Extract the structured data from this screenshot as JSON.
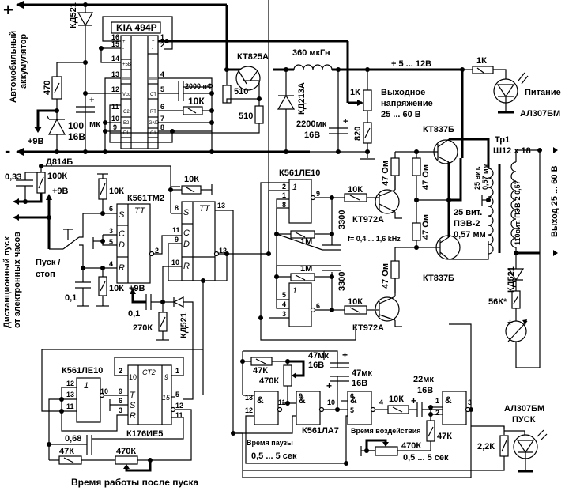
{
  "power": {
    "plus_sign": "+",
    "minus_sign": "-",
    "battery_label_1": "Автомобильный",
    "battery_label_2": "аккумулятор",
    "plus9v_1": "+9В",
    "plus9v_2": "+9В",
    "plus9v_3": "+9В",
    "supply_rail": "+ 5 ... 12В"
  },
  "ic_pwm": {
    "name": "KIA 494P",
    "pins_left": [
      {
        "num": "16",
        "lbl": "+"
      },
      {
        "num": "15",
        "lbl": "-"
      },
      {
        "num": "14",
        "lbl": "+5В"
      },
      {
        "num": "13",
        "lbl": ""
      },
      {
        "num": "12",
        "lbl": "Vcc"
      },
      {
        "num": "11",
        "lbl": "C2"
      },
      {
        "num": "10",
        "lbl": "E2"
      },
      {
        "num": "9",
        "lbl": "E1"
      }
    ],
    "pins_right": [
      {
        "num": "1",
        "lbl": "+"
      },
      {
        "num": "2",
        "lbl": "-"
      },
      {
        "num": "4",
        "lbl": ""
      },
      {
        "num": "5",
        "lbl": "CT"
      },
      {
        "num": "6",
        "lbl": "RT"
      },
      {
        "num": "7",
        "lbl": "GND"
      },
      {
        "num": "8",
        "lbl": "C1"
      }
    ]
  },
  "components": {
    "d_kd521_top": "КД521",
    "r_470": "470",
    "c_100": "100",
    "c_100_unit": "мк",
    "c_100_v": "16В",
    "zener": "Д814Б",
    "c_2000": "2000 пФ",
    "r_10k_rt": "10К",
    "q_kt825": "КТ825А",
    "r_510_a": "510",
    "r_510_b": "510",
    "l_360": "360 мкГн",
    "d_kd213": "КД213А",
    "c_2200": "2200мк",
    "c_2200_v": "16В",
    "pot_1k": "1К",
    "r_820": "820",
    "out_v_1": "Выходное",
    "out_v_2": "напряжение",
    "out_v_3": "25 ... 60 В",
    "r_1k_led": "1К",
    "led_power": "Питание",
    "led_power_type": "АЛ307БМ",
    "q_kt837_top": "КТ837Б",
    "q_kt837_bot": "КТ837Б",
    "tr1": "Тр1",
    "tr1_core": "Ш12 х 18",
    "winding_a_1": "25 вит.",
    "winding_a_2": "0,57 мм",
    "winding_b_1": "25 вит.",
    "winding_b_2": "ПЭВ-2",
    "winding_b_3": "0,57 мм",
    "winding_sec": "110вит. ПЭВ-2  0,57",
    "output_label": "Выход  25 ... 60 В",
    "r_47_1": "47 Ом",
    "r_47_2": "47 Ом",
    "r_47_3": "47 Ом",
    "r_47_4": "47 Ом",
    "d_kd521_out": "КД521",
    "r_56k": "56К*",
    "meter_plus": "+",
    "c_033": "0,33",
    "r_100k": "100К",
    "remote_1": "Дистанционный пуск",
    "remote_2": "от электронных часов",
    "start_stop_1": "Пуск /",
    "start_stop_2": "стоп",
    "r_10k_s": "10К",
    "r_10k_r": "10К",
    "c_01_a": "0,1",
    "c_01_b": "0,1",
    "r_10k_s2": "10К",
    "r_270k": "270К",
    "d_kd521_mid": "КД521",
    "ic_tm2": "К561ТМ2",
    "ic_le10_a": "К561ЛЕ10",
    "freq": "f= 0,4 ... 1,6 kHz",
    "r_1m_a": "1М",
    "r_1m_b": "1М",
    "c_3300_a": "3300",
    "c_3300_b": "3300",
    "r_10k_q1": "10К",
    "r_10k_q2": "10К",
    "q_kt972_a": "КТ972А",
    "q_kt972_b": "КТ972А",
    "ic_le10_b": "К561ЛЕ10",
    "ic_ie5": "К176ИЕ5",
    "ct2": "СТ2",
    "c_068": "0,68",
    "r_47k_a": "47К",
    "pot_470k_a": "470К",
    "work_time": "Время  работы после пуска",
    "r_47k_b": "47К",
    "pot_470k_b": "470К",
    "c_47_a": "47мк",
    "c_47_a_v": "16В",
    "c_47_b": "47мк",
    "c_47_b_v": "16В",
    "ic_la7": "К561ЛА7",
    "pause_1": "Время паузы",
    "pause_2": "0,5 ... 5 сек",
    "effect_1": "Время воздействия",
    "effect_2": "0,5 ... 5 сек",
    "r_10k_e": "10К",
    "c_22": "22мк",
    "c_22_v": "16В",
    "r_47k_c": "47К",
    "pot_470k_c": "470К",
    "led_start_type": "АЛ307БМ",
    "led_start": "ПУСК",
    "r_22k": "2,2К"
  },
  "pins": {
    "tm2_a": {
      "s": "6",
      "c": "3",
      "d": "5",
      "r": "4",
      "q": "2",
      "S": "S",
      "C": "C",
      "D": "D",
      "R": "R",
      "TT": "TT"
    },
    "tm2_b": {
      "s": "8",
      "c": "11",
      "d": "9",
      "r": "10",
      "q": "12",
      "q2": "13",
      "S": "S",
      "C": "C",
      "D": "D",
      "R": "R",
      "TT": "TT"
    },
    "le10_a": {
      "i1": "2",
      "i2": "1",
      "i3": "8",
      "o": "9",
      "sym": "1"
    },
    "le10_b": {
      "i1": "5",
      "i2": "4",
      "i3": "3",
      "o": "6",
      "sym": "1"
    },
    "le10_c": {
      "i1": "12",
      "i2": "13",
      "i3": "11",
      "o": "10",
      "sym": "1"
    },
    "ie5": {
      "p2": "2",
      "p10": "10",
      "p9l": "9",
      "T": "T",
      "p6": "6",
      "S": "S",
      "p3": "3",
      "R": "R",
      "p1": "1",
      "p9": "9",
      "p5": "5",
      "p15": "15",
      "p12": "12",
      "p11": "11"
    },
    "la7": {
      "g1a": "13",
      "g1b": "12",
      "g1o": "11",
      "g2a": "9",
      "g2o": "10",
      "g3a": "6",
      "g3b": "5",
      "g3o": "4",
      "g4a": "1",
      "g4b": "2",
      "g4o": "3",
      "amp": "&"
    }
  }
}
